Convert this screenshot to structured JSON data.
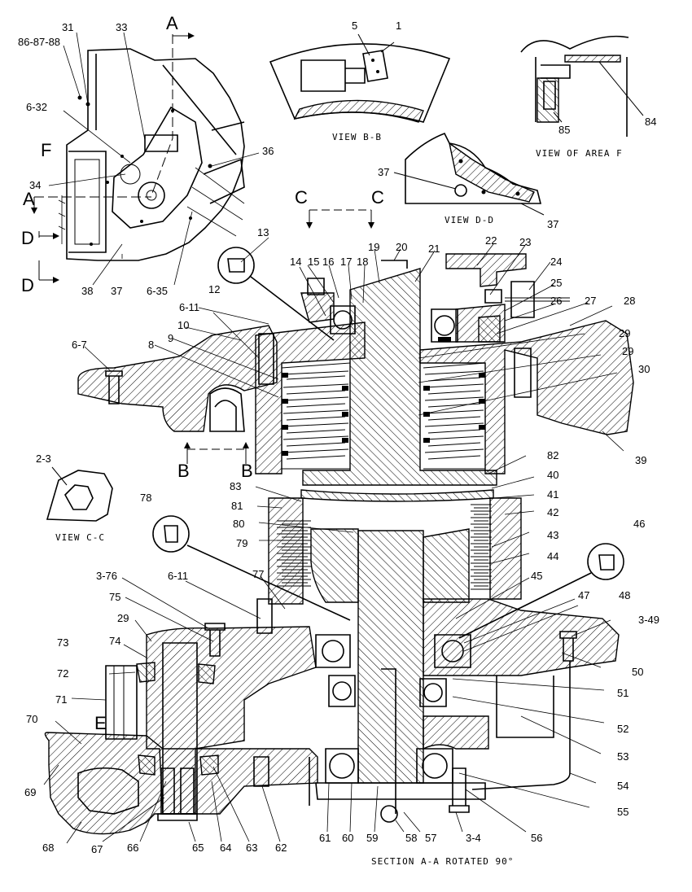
{
  "views": {
    "view_bb": "VIEW B-B",
    "view_area_f": "VIEW OF AREA F",
    "view_dd": "VIEW D-D",
    "view_cc": "VIEW C-C",
    "section_aa": "SECTION A-A ROTATED 90°"
  },
  "section_letters": {
    "a_top": "A",
    "a_left": "A",
    "c_left": "C",
    "c_right": "C",
    "d_top": "D",
    "d_bottom": "D",
    "f": "F",
    "b_left": "B",
    "b_right": "B",
    "e": "E"
  },
  "callouts": [
    "31",
    "33",
    "86-87-88",
    "6-32",
    "34",
    "36",
    "38",
    "37",
    "6-35",
    "5",
    "1",
    "84",
    "85",
    "37",
    "37",
    "13",
    "14",
    "15",
    "16",
    "17",
    "18",
    "19",
    "20",
    "21",
    "22",
    "23",
    "24",
    "25",
    "26",
    "27",
    "28",
    "6-11",
    "12",
    "10",
    "6-7",
    "9",
    "8",
    "29",
    "29",
    "30",
    "39",
    "2-3",
    "82",
    "40",
    "41",
    "42",
    "43",
    "44",
    "83",
    "81",
    "78",
    "80",
    "79",
    "46",
    "3-76",
    "6-11",
    "77",
    "75",
    "29",
    "45",
    "47",
    "48",
    "3-49",
    "74",
    "73",
    "72",
    "50",
    "51",
    "71",
    "52",
    "53",
    "70",
    "54",
    "69",
    "55",
    "68",
    "67",
    "66",
    "65",
    "64",
    "63",
    "62",
    "61",
    "60",
    "59",
    "58",
    "57",
    "3-4",
    "56"
  ]
}
